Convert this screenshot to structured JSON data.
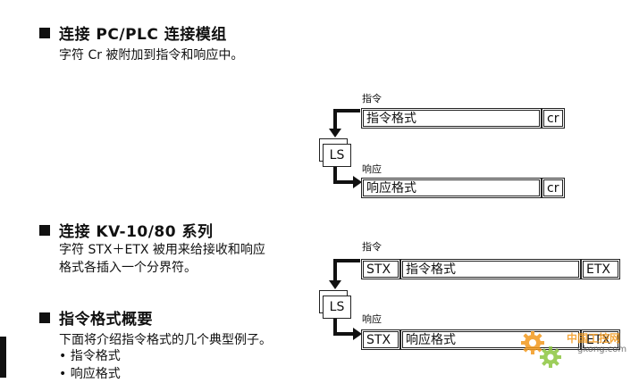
{
  "section1": {
    "heading": "连接 PC/PLC 连接模组",
    "text": "字符 Cr 被附加到指令和响应中。"
  },
  "section2": {
    "heading": "连接 KV-10/80 系列",
    "text_line1": "字符 STX＋ETX 被用来给接收和响应",
    "text_line2": "格式各插入一个分界符。"
  },
  "section3": {
    "heading": "指令格式概要",
    "text": "下面将介绍指令格式的几个典型例子。",
    "bullets": [
      "• 指令格式",
      "• 响应格式"
    ]
  },
  "diagram1": {
    "command_label": "指令",
    "command_format": "指令格式",
    "command_cr": "cr",
    "ls": "LS",
    "response_label": "响应",
    "response_format": "响应格式",
    "response_cr": "cr"
  },
  "diagram2": {
    "command_label": "指令",
    "stx": "STX",
    "command_format": "指令格式",
    "etx": "ETX",
    "ls": "LS",
    "response_label": "响应",
    "response_stx": "STX",
    "response_format": "响应格式",
    "response_etx": "ETX"
  },
  "watermark": {
    "text_cn": "中国工控网",
    "text_url": "gkong.com"
  },
  "colors": {
    "watermark_orange": "#f39a1e",
    "watermark_green": "#8cc63f"
  }
}
